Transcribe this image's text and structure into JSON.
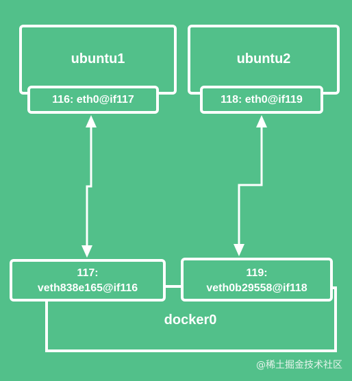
{
  "colors": {
    "background": "#52c08a",
    "stroke": "#ffffff",
    "text": "#ffffff"
  },
  "containers": [
    {
      "name": "ubuntu1",
      "interface": "116: eth0@if117"
    },
    {
      "name": "ubuntu2",
      "interface": "118: eth0@if119"
    }
  ],
  "bridge": {
    "name": "docker0",
    "veths": [
      {
        "index": "117:",
        "name": "veth838e165@if116"
      },
      {
        "index": "119:",
        "name": "veth0b29558@if118"
      }
    ]
  },
  "watermark": "@稀土掘金技术社区"
}
